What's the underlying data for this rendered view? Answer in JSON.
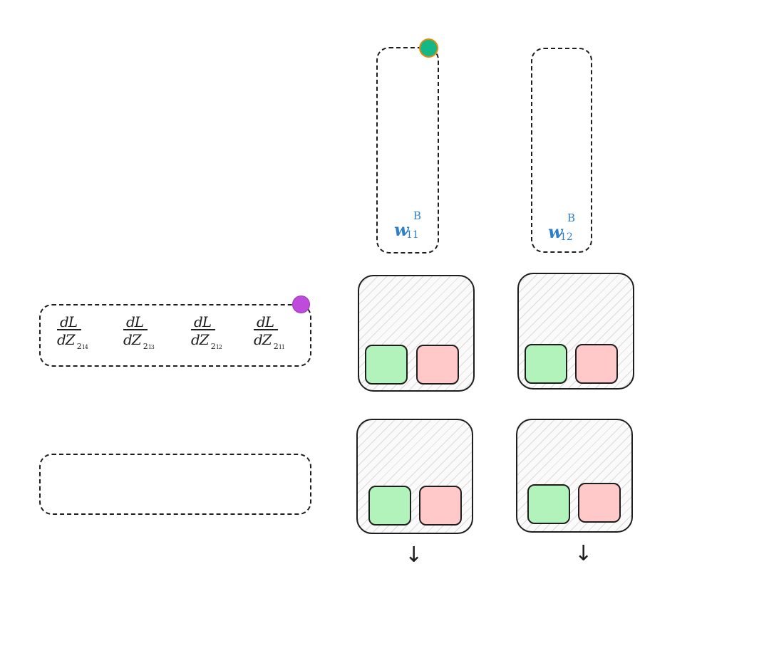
{
  "gradient_row": {
    "terms": [
      {
        "num": "dL",
        "den": "dZ",
        "sub1": "2",
        "sub2": "14"
      },
      {
        "num": "dL",
        "den": "dZ",
        "sub1": "2",
        "sub2": "13"
      },
      {
        "num": "dL",
        "den": "dZ",
        "sub1": "2",
        "sub2": "12"
      },
      {
        "num": "dL",
        "den": "dZ",
        "sub1": "2",
        "sub2": "11"
      }
    ]
  },
  "weights": [
    {
      "base": "w",
      "sup": "B",
      "sub": "11"
    },
    {
      "base": "w",
      "sup": "B",
      "sub": "12"
    }
  ],
  "colors": {
    "stroke": "#1e1e1e",
    "weight_label": "#2f80c8",
    "dot_teal_fill": "#12b886",
    "dot_teal_stroke": "#e8890c",
    "dot_purple": "#be4bdb",
    "green_square": "#b2f2bb",
    "red_square": "#ffc9c9"
  },
  "arrows": [
    "↓",
    "↓"
  ]
}
